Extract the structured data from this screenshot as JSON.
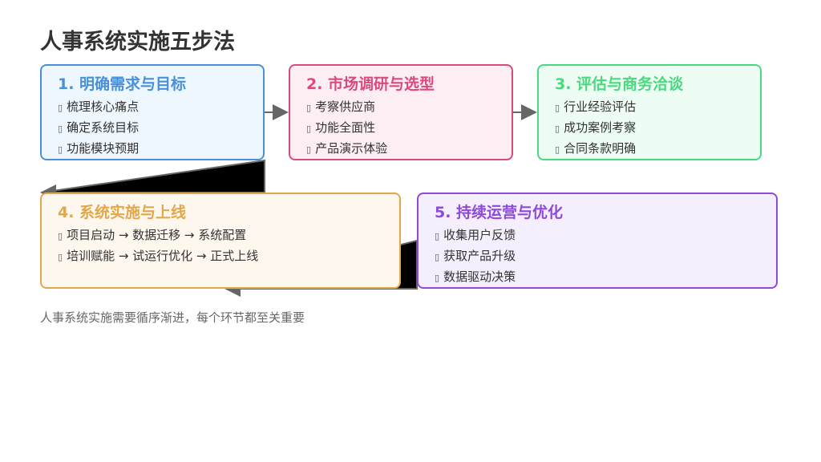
{
  "title": "人事系统实施五步法",
  "steps": [
    {
      "title": "1. 明确需求与目标",
      "items": [
        "梳理核心痛点",
        "确定系统目标",
        "功能模块预期"
      ],
      "color": "#4a90d9"
    },
    {
      "title": "2. 市场调研与选型",
      "items": [
        "考察供应商",
        "功能全面性",
        "产品演示体验"
      ],
      "color": "#d94a7f"
    },
    {
      "title": "3. 评估与商务洽谈",
      "items": [
        "行业经验评估",
        "成功案例考察",
        "合同条款明确"
      ],
      "color": "#4ad97f"
    },
    {
      "title": "4. 系统实施与上线",
      "items": [
        "项目启动 → 数据迁移 → 系统配置",
        "培训赋能 → 试运行优化 → 正式上线"
      ],
      "color": "#e0a84a"
    },
    {
      "title": "5. 持续运营与优化",
      "items": [
        "收集用户反馈",
        "获取产品升级",
        "数据驱动决策"
      ],
      "color": "#8e4ad9"
    }
  ],
  "bullet": "▯",
  "footer": "人事系统实施需要循序渐进，每个环节都至关重要"
}
